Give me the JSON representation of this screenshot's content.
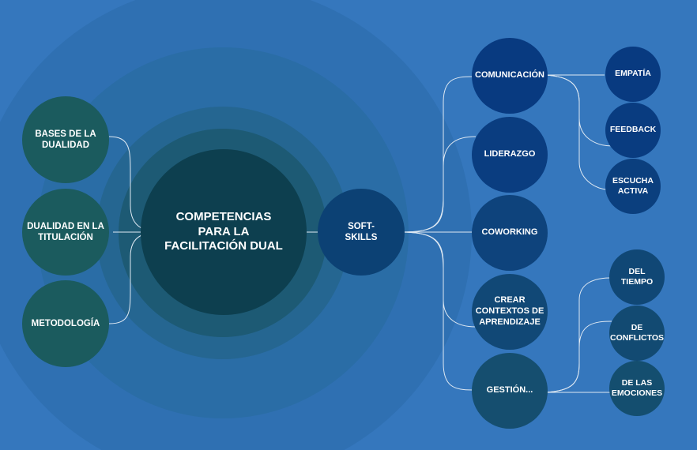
{
  "center": {
    "label": "COMPETENCIAS PARA LA FACILITACIÓN DUAL"
  },
  "left_nodes": [
    {
      "label": "BASES DE LA DUALIDAD"
    },
    {
      "label": "DUALIDAD EN LA TITULACIÓN"
    },
    {
      "label": "METODOLOGÍA"
    }
  ],
  "soft_skills": {
    "label": "SOFT-SKILLS"
  },
  "skills": [
    {
      "label": "COMUNICACIÓN"
    },
    {
      "label": "LIDERAZGO"
    },
    {
      "label": "COWORKING"
    },
    {
      "label": "CREAR CONTEXTOS DE APRENDIZAJE"
    },
    {
      "label": "GESTIÓN..."
    }
  ],
  "communication_children": [
    {
      "label": "EMPATÍA"
    },
    {
      "label": "FEEDBACK"
    },
    {
      "label": "ESCUCHA ACTIVA"
    }
  ],
  "management_children": [
    {
      "label": "DEL TIEMPO"
    },
    {
      "label": "DE CONFLICTOS"
    },
    {
      "label": "DE LAS EMOCIONES"
    }
  ],
  "colors": {
    "background": "#3577bd",
    "left": "#1b5b5e",
    "center": "#0d3f4f",
    "blue_dark": "#083a80"
  }
}
